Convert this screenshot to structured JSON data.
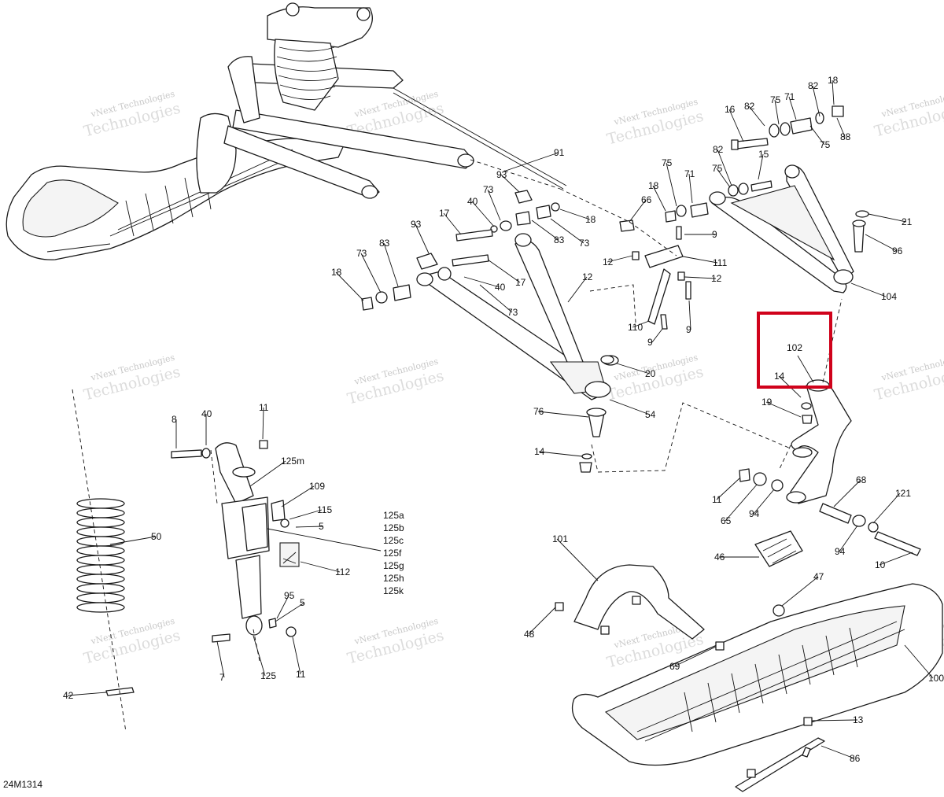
{
  "diagram": {
    "code": "24M1314",
    "watermark": {
      "line1": "vNext Technologies",
      "line2": "Technologies"
    },
    "highlight": {
      "label": "102",
      "color": "#d0021b"
    },
    "callouts": [
      {
        "id": "91",
        "label": "91"
      },
      {
        "id": "16",
        "label": "16"
      },
      {
        "id": "82a",
        "label": "82"
      },
      {
        "id": "75a",
        "label": "75"
      },
      {
        "id": "71a",
        "label": "71"
      },
      {
        "id": "82b",
        "label": "82"
      },
      {
        "id": "18a",
        "label": "18"
      },
      {
        "id": "75b",
        "label": "75"
      },
      {
        "id": "88",
        "label": "88"
      },
      {
        "id": "82c",
        "label": "82"
      },
      {
        "id": "15",
        "label": "15"
      },
      {
        "id": "75c",
        "label": "75"
      },
      {
        "id": "75d",
        "label": "75"
      },
      {
        "id": "71b",
        "label": "71"
      },
      {
        "id": "18b",
        "label": "18"
      },
      {
        "id": "66",
        "label": "66"
      },
      {
        "id": "93a",
        "label": "93"
      },
      {
        "id": "73a",
        "label": "73"
      },
      {
        "id": "40a",
        "label": "40"
      },
      {
        "id": "17a",
        "label": "17"
      },
      {
        "id": "18c",
        "label": "18"
      },
      {
        "id": "83a",
        "label": "83"
      },
      {
        "id": "73b",
        "label": "73"
      },
      {
        "id": "9a",
        "label": "9"
      },
      {
        "id": "111",
        "label": "111"
      },
      {
        "id": "12a",
        "label": "12"
      },
      {
        "id": "12b",
        "label": "12"
      },
      {
        "id": "21",
        "label": "21"
      },
      {
        "id": "96",
        "label": "96"
      },
      {
        "id": "104",
        "label": "104"
      },
      {
        "id": "93b",
        "label": "93"
      },
      {
        "id": "73c",
        "label": "73"
      },
      {
        "id": "83b",
        "label": "83"
      },
      {
        "id": "18d",
        "label": "18"
      },
      {
        "id": "17b",
        "label": "17"
      },
      {
        "id": "40b",
        "label": "40"
      },
      {
        "id": "73d",
        "label": "73"
      },
      {
        "id": "12c",
        "label": "12"
      },
      {
        "id": "110",
        "label": "110"
      },
      {
        "id": "9b",
        "label": "9"
      },
      {
        "id": "9c",
        "label": "9"
      },
      {
        "id": "20",
        "label": "20"
      },
      {
        "id": "14a",
        "label": "14"
      },
      {
        "id": "19",
        "label": "19"
      },
      {
        "id": "76",
        "label": "76"
      },
      {
        "id": "54",
        "label": "54"
      },
      {
        "id": "14b",
        "label": "14"
      },
      {
        "id": "8",
        "label": "8"
      },
      {
        "id": "40c",
        "label": "40"
      },
      {
        "id": "11a",
        "label": "11"
      },
      {
        "id": "125m",
        "label": "125m"
      },
      {
        "id": "109",
        "label": "109"
      },
      {
        "id": "115",
        "label": "115"
      },
      {
        "id": "5a",
        "label": "5"
      },
      {
        "id": "50",
        "label": "50"
      },
      {
        "id": "112",
        "label": "112"
      },
      {
        "id": "95",
        "label": "95"
      },
      {
        "id": "5b",
        "label": "5"
      },
      {
        "id": "7",
        "label": "7"
      },
      {
        "id": "125",
        "label": "125"
      },
      {
        "id": "11b",
        "label": "11"
      },
      {
        "id": "42",
        "label": "42"
      },
      {
        "id": "11c",
        "label": "11"
      },
      {
        "id": "65",
        "label": "65"
      },
      {
        "id": "94a",
        "label": "94"
      },
      {
        "id": "68",
        "label": "68"
      },
      {
        "id": "121",
        "label": "121"
      },
      {
        "id": "94b",
        "label": "94"
      },
      {
        "id": "10",
        "label": "10"
      },
      {
        "id": "46",
        "label": "46"
      },
      {
        "id": "101",
        "label": "101"
      },
      {
        "id": "47",
        "label": "47"
      },
      {
        "id": "48",
        "label": "48"
      },
      {
        "id": "69",
        "label": "69"
      },
      {
        "id": "100",
        "label": "100"
      },
      {
        "id": "13",
        "label": "13"
      },
      {
        "id": "86",
        "label": "86"
      }
    ],
    "shock_kit": [
      "125a",
      "125b",
      "125c",
      "125f",
      "125g",
      "125h",
      "125k"
    ]
  }
}
